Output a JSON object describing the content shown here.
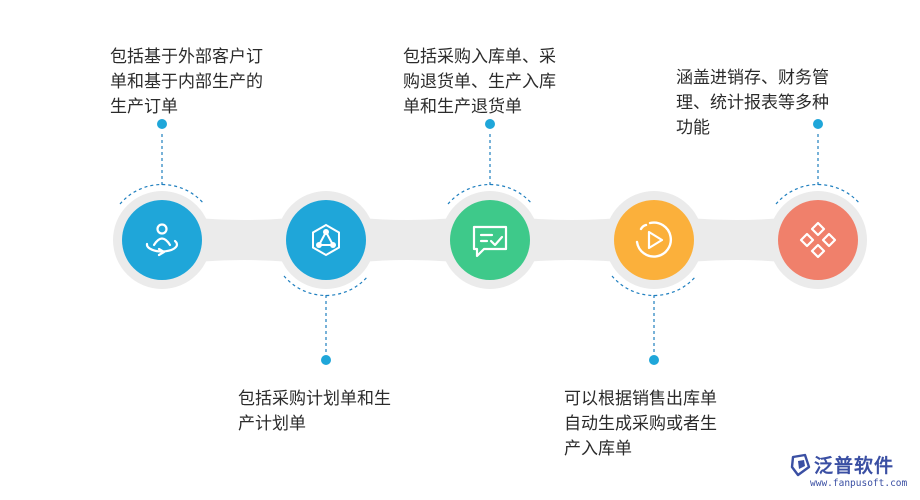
{
  "steps": [
    {
      "id": "step-1",
      "color": "#1fa6d9",
      "icon": "person-rotate-icon",
      "caption_lines": [
        "包括基于外部客户订",
        "单和基于内部生产的",
        "生产订单"
      ]
    },
    {
      "id": "step-2",
      "color": "#1fa6d9",
      "icon": "network-hexagon-icon",
      "caption_lines": [
        "包括采购计划单和生",
        "产计划单"
      ]
    },
    {
      "id": "step-3",
      "color": "#3ec98a",
      "icon": "chat-check-icon",
      "caption_lines": [
        "包括采购入库单、采",
        "购退货单、生产入库",
        "单和生产退货单"
      ]
    },
    {
      "id": "step-4",
      "color": "#fbb03b",
      "icon": "dial-play-icon",
      "caption_lines": [
        "可以根据销售出库单",
        "自动生成采购或者生",
        "产入库单"
      ]
    },
    {
      "id": "step-5",
      "color": "#f0806b",
      "icon": "diamond-grid-icon",
      "caption_lines": [
        "涵盖进销存、财务管",
        "理、统计报表等多种",
        "功能"
      ]
    }
  ],
  "colors": {
    "track": "#ebebeb",
    "connector": "#1f7fbf",
    "dot": "#1fa6d9",
    "caption_text": "#2b2b2b",
    "logo": "#3a4fa3"
  },
  "logo": {
    "name": "泛普软件",
    "url": "www.fanpusoft.com"
  }
}
